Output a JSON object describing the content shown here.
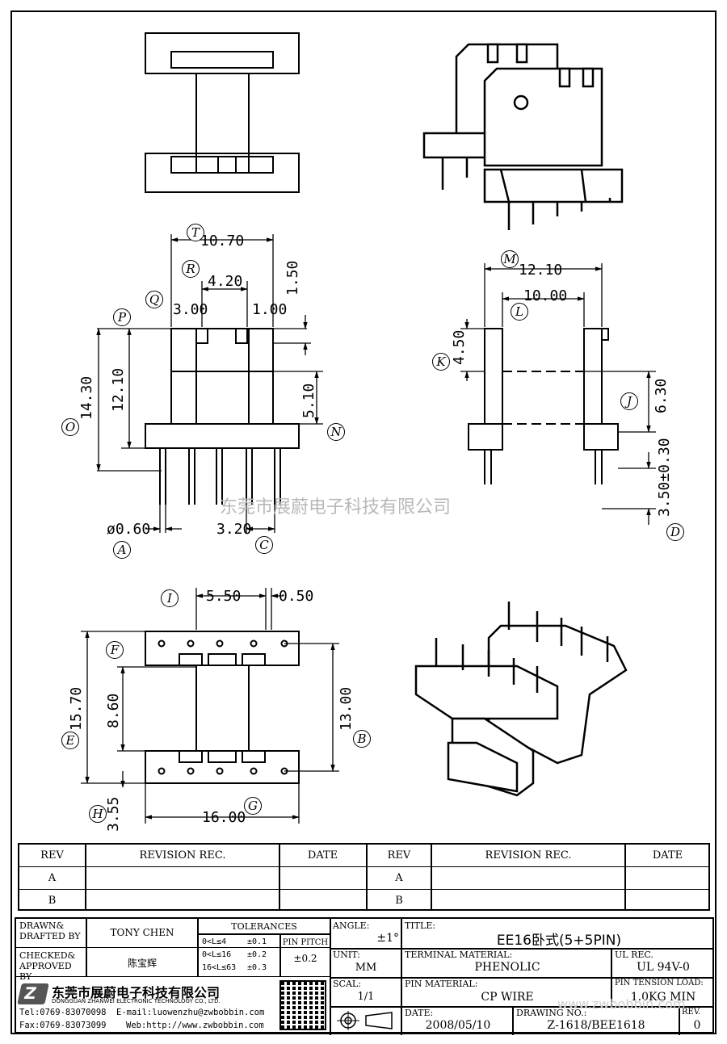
{
  "drawing": {
    "watermark": "东莞市展蔚电子科技有限公司",
    "watermark_url": "www.zwbobbin.com",
    "dims": {
      "top_width": "10.70",
      "slot_pitch": "4.20",
      "slot_left": "3.00",
      "slot_right": "1.00",
      "top_flange": "1.50",
      "overall_h": "14.30",
      "inner_h": "12.10",
      "flange_gap": "5.10",
      "pin_dia": "ø0.60",
      "pin_pitch": "3.20",
      "side_width": "12.10",
      "side_inner": "10.00",
      "side_top": "4.50",
      "side_window": "6.30",
      "pin_len": "3.50±0.30",
      "bottom_pitch": "5.50",
      "bottom_slot": "0.50",
      "bottom_overall_h": "15.70",
      "bottom_inner": "8.60",
      "bottom_span": "13.00",
      "bottom_offset": "3.55",
      "bottom_width": "16.00"
    },
    "labels": [
      "T",
      "R",
      "Q",
      "P",
      "O",
      "N",
      "A",
      "C",
      "M",
      "L",
      "K",
      "J",
      "D",
      "I",
      "F",
      "E",
      "B",
      "H",
      "G"
    ]
  },
  "revision_table": {
    "headers": [
      "REV",
      "REVISION REC.",
      "DATE",
      "REV",
      "REVISION REC.",
      "DATE"
    ],
    "rows": [
      [
        "A",
        "",
        "",
        "A",
        "",
        ""
      ],
      [
        "B",
        "",
        "",
        "B",
        "",
        ""
      ]
    ]
  },
  "title_block": {
    "drawn_label": "DRAWN&\nDRAFTED BY",
    "drawn_value": "TONY CHEN",
    "checked_label": "CHECKED&\nAPPROVED BY",
    "checked_value": "陈宝辉",
    "tolerances_label": "TOLERANCES",
    "tol_rows": [
      [
        "0<L≤4",
        "±0.1"
      ],
      [
        "0<L≤16",
        "±0.2"
      ],
      [
        "16<L≤63",
        "±0.3"
      ]
    ],
    "pin_pitch_label": "PIN PITCH",
    "pin_pitch_value": "±0.2",
    "angle_label": "ANGLE:",
    "angle_value": "±1°",
    "unit_label": "UNIT:",
    "unit_value": "MM",
    "scale_label": "SCAL:",
    "scale_value": "1/1",
    "title_label": "TITLE:",
    "title_value": "EE16卧式(5+5PIN)",
    "terminal_label": "TERMINAL MATERIAL:",
    "terminal_value": "PHENOLIC",
    "ul_label": "UL REC.",
    "ul_value": "UL 94V-0",
    "pin_material_label": "PIN MATERIAL:",
    "pin_material_value": "CP WIRE",
    "tension_label": "PIN TENSION LOAD:",
    "tension_value": "1.0KG MIN",
    "date_label": "DATE:",
    "date_value": "2008/05/10",
    "drawing_no_label": "DRAWING NO.:",
    "drawing_no_value": "Z-1618/BEE1618",
    "rev_label": "REV.",
    "rev_value": "0",
    "company_cn": "东莞市展蔚电子科技有限公司",
    "company_en": "DONGGUAN ZHANWEI ELECTRONIC TECHNOLOGY CO., LTD.",
    "tel": "Tel:0769-83070098",
    "email": "E-mail:luowenzhu@zwbobbin.com",
    "fax": "Fax:0769-83073099",
    "web": "Web:http://www.zwbobbin.com"
  }
}
